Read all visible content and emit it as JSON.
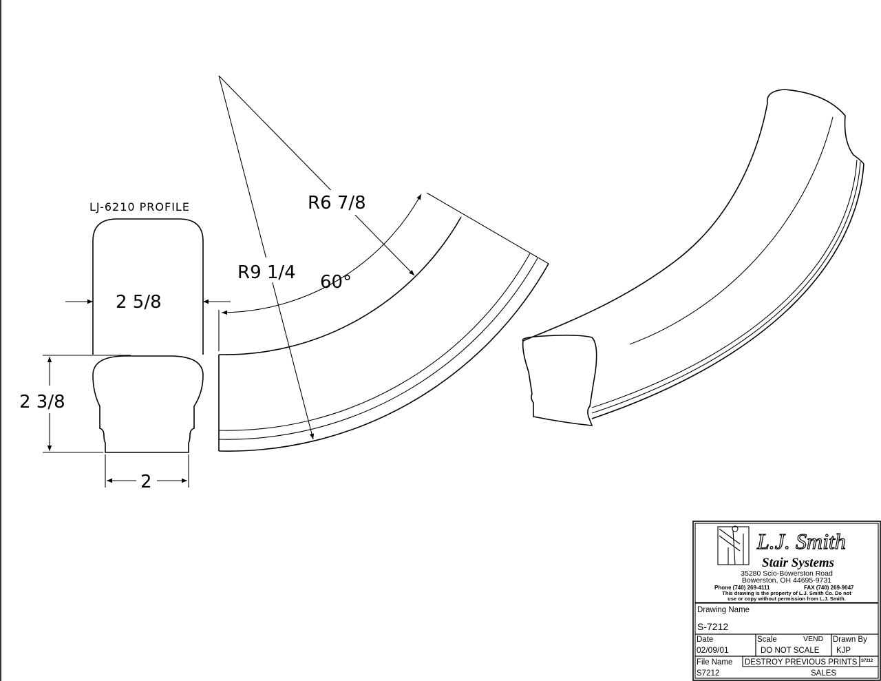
{
  "profile": {
    "title": "LJ-6210 PROFILE",
    "width_top": "2 5/8",
    "height": "2 3/8",
    "width_bottom": "2"
  },
  "plan": {
    "inner_radius": "R6 7/8",
    "outer_radius": "R9 1/4",
    "angle": "60°"
  },
  "title_block": {
    "company": "L.J. Smith",
    "division": "Stair Systems",
    "address_line1": "35280 Scio-Bowerston Road",
    "address_line2": "Bowerston, OH 44695-9731",
    "phone": "Phone (740) 269-4111",
    "fax": "FAX (740) 269-9047",
    "notice_line1": "This drawing is the property of L.J. Smith Co. Do not",
    "notice_line2": "use or copy without permission from L.J. Smith.",
    "drawing_name_label": "Drawing Name",
    "drawing_name": "S-7212",
    "date_label": "Date",
    "date": "02/09/01",
    "scale_label": "Scale",
    "vend": "VEND",
    "scale": "DO NOT SCALE",
    "drawn_by_label": "Drawn By",
    "drawn_by": "KJP",
    "file_name_label": "File Name",
    "file_name": "S7212",
    "destroy_notice": "DESTROY PREVIOUS PRINTS",
    "sales": "SALES",
    "corner_ref": "S7212"
  }
}
